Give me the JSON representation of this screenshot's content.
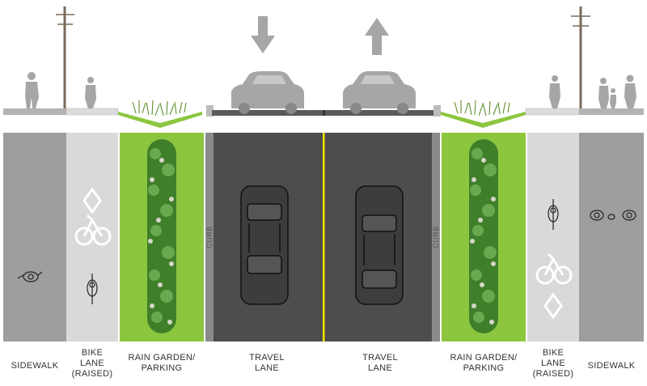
{
  "labels": {
    "sidewalk_left": "SIDEWALK",
    "bike_left_1": "BIKE",
    "bike_left_2": "LANE",
    "bike_left_3": "(RAISED)",
    "rain_left_1": "RAIN GARDEN/",
    "rain_left_2": "PARKING",
    "travel_left_1": "TRAVEL",
    "travel_left_2": "LANE",
    "travel_right_1": "TRAVEL",
    "travel_right_2": "LANE",
    "rain_right_1": "RAIN GARDEN/",
    "rain_right_2": "PARKING",
    "bike_right_1": "BIKE",
    "bike_right_2": "LANE",
    "bike_right_3": "(RAISED)",
    "sidewalk_right": "SIDEWALK"
  },
  "curb": {
    "left": "CURB",
    "right": "CURB"
  },
  "colors": {
    "sidewalk": "#9e9e9e",
    "bike_lane": "#d9d9d9",
    "rain_garden": "#8cc63f",
    "travel_lane": "#4d4d4d",
    "center_line": "#f2e600",
    "curb": "#8a8a8a",
    "silhouette": "#a6a6a6"
  },
  "icons": {
    "traffic_direction_left": "arrow-down-icon",
    "traffic_direction_right": "arrow-up-icon",
    "bike_symbol": "bicycle-icon",
    "diamond_marking": "diamond-icon"
  }
}
